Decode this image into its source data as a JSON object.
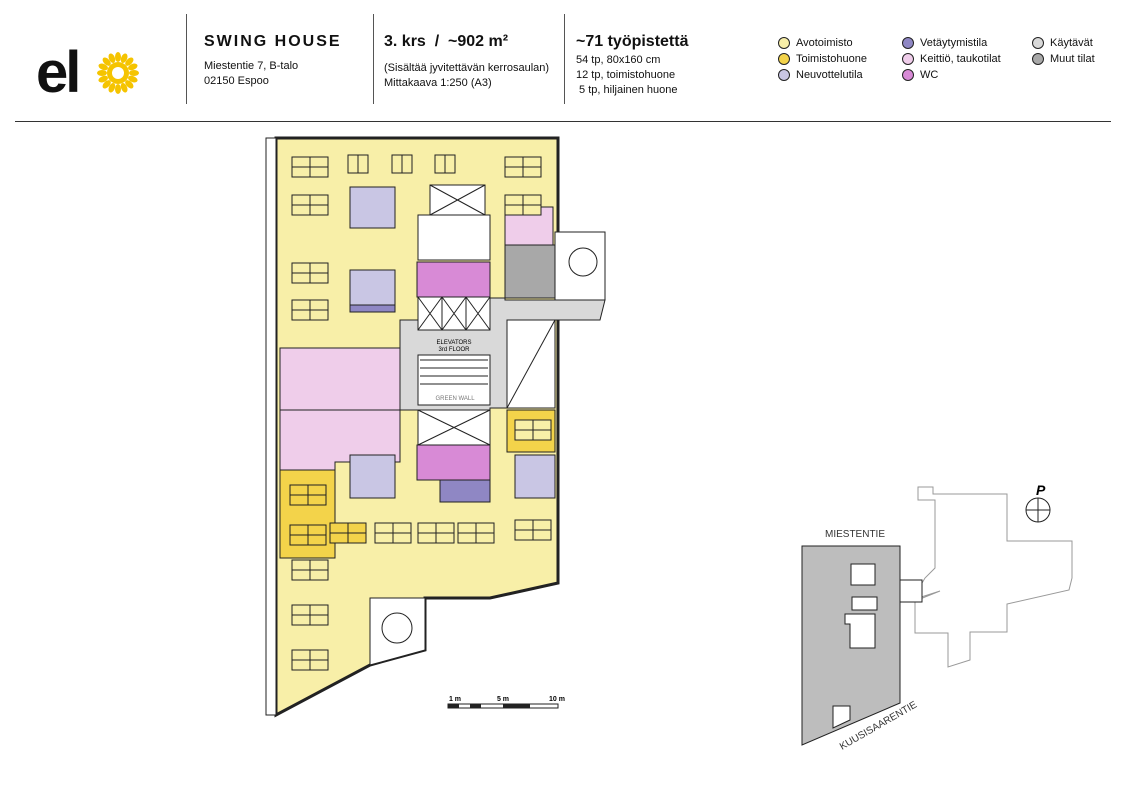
{
  "logo": {
    "text": "elo"
  },
  "building": {
    "name": "SWING HOUSE",
    "address_line1": "Miestentie 7, B-talo",
    "address_line2": "02150 Espoo"
  },
  "floor": {
    "title": "3. krs  /  ~902 m²",
    "note": "(Sisältää jyvitettävän kerrosaulan)",
    "scale": "Mittakaava 1:250 (A3)"
  },
  "workstations": {
    "title": "~71 työpistettä",
    "lines": [
      "54 tp, 80x160 cm",
      "12 tp, toimistohuone",
      " 5 tp, hiljainen huone"
    ]
  },
  "legend": [
    {
      "label": "Avotoimisto",
      "color": "#f8efa8"
    },
    {
      "label": "Toimistohuone",
      "color": "#f3d34a"
    },
    {
      "label": "Neuvottelutila",
      "color": "#c9c6e4"
    },
    {
      "label": "Vetäytymistila",
      "color": "#8f87c4"
    },
    {
      "label": "Keittiö, taukotilat",
      "color": "#efcdea"
    },
    {
      "label": "WC",
      "color": "#d88ad6"
    },
    {
      "label": "Käytävät",
      "color": "#d9d9d9"
    },
    {
      "label": "Muut tilat",
      "color": "#a8a8a8"
    }
  ],
  "plan": {
    "elevators_label_1": "ELEVATORS",
    "elevators_label_2": "3rd FLOOR",
    "green_wall": "GREEN WALL"
  },
  "scale_bar": {
    "labels": [
      "1 m",
      "5 m",
      "10 m"
    ]
  },
  "site_map": {
    "street_top": "MIESTENTIE",
    "street_bottom": "KUUSISAARENTIE",
    "parking": "P"
  }
}
